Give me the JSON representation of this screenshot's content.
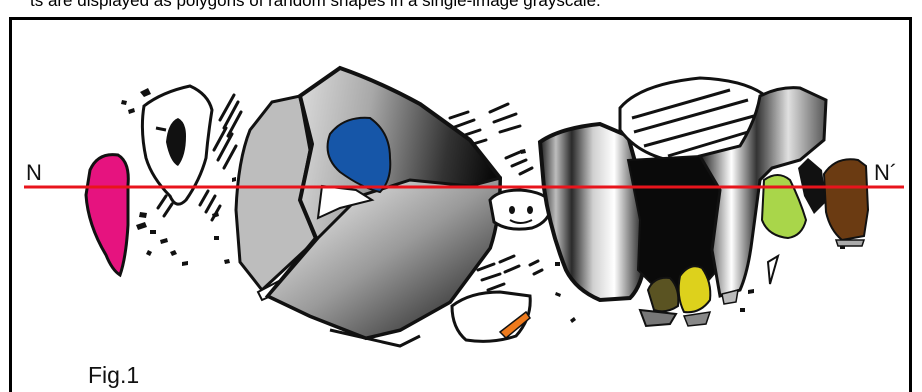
{
  "figure": {
    "top_caption": "ts are displayed as polygons of random shapes in a single-image grayscale.",
    "left_label": "N",
    "right_label": "N´",
    "fig_label": "Fig.1",
    "section_line_color": "#e8141c",
    "colors": {
      "magenta": "#e6137f",
      "blue": "#1656a8",
      "lime": "#a9d64a",
      "brown": "#6b3b12",
      "yellow": "#ddd11c",
      "olive": "#5a5322",
      "orange": "#ee7a1c"
    }
  }
}
